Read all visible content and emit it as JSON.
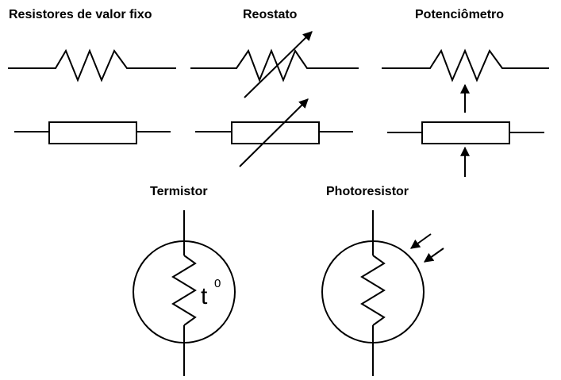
{
  "labels": {
    "fixed": "Resistores de valor fixo",
    "rheostat": "Reostato",
    "potentiometer": "Potenciômetro",
    "thermistor": "Termistor",
    "photoresistor": "Photoresistor"
  },
  "thermistor_symbol": {
    "base": "t",
    "superscript": "0"
  },
  "colors": {
    "stroke": "#000000",
    "background": "#ffffff"
  }
}
